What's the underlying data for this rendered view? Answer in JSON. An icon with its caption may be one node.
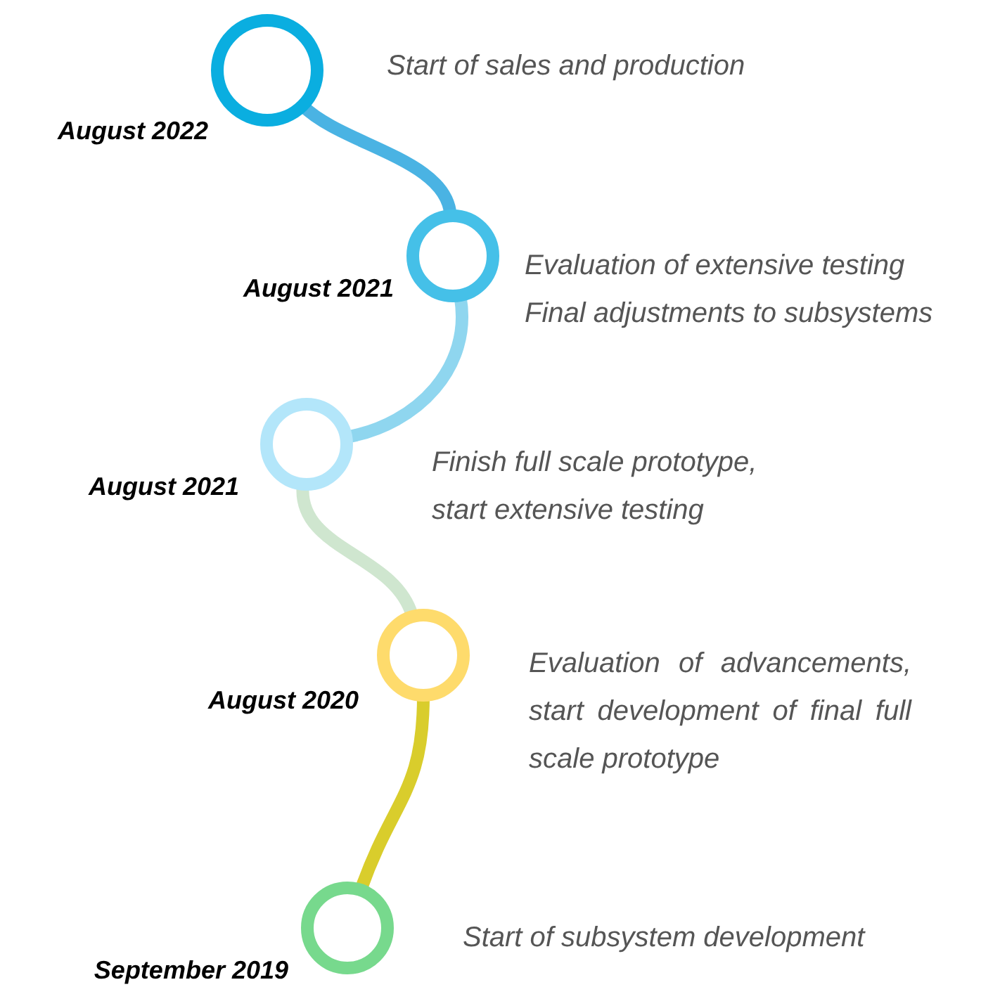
{
  "diagram": {
    "nodes": [
      {
        "text": [],
        "shape": "circle",
        "beside": [
          "August 2022",
          "Start of sales and production"
        ]
      },
      {
        "text": [],
        "shape": "circle",
        "beside": [
          "August 2021",
          "Evaluation of extensive testing Final adjustments to subsystems"
        ]
      },
      {
        "text": [],
        "shape": "circle",
        "beside": [
          "August 2021",
          "Finish full scale prototype, start extensive testing"
        ]
      },
      {
        "text": [],
        "shape": "circle",
        "beside": [
          "August 2020",
          "Evaluation of advancements, start development of final full scale prototype"
        ]
      },
      {
        "text": [],
        "shape": "circle",
        "beside": [
          "September 2019",
          "Start of subsystem development"
        ]
      }
    ],
    "edges": [
      {
        "from": 0,
        "to": 1,
        "arrow": "none",
        "color": "#4ab3e3"
      },
      {
        "from": 1,
        "to": 2,
        "arrow": "none",
        "color": "#8fd6ef"
      },
      {
        "from": 2,
        "to": 3,
        "arrow": "none",
        "color": "#cfe6cf"
      },
      {
        "from": 3,
        "to": 4,
        "arrow": "none",
        "color": "#d9cd2c"
      }
    ]
  }
}
